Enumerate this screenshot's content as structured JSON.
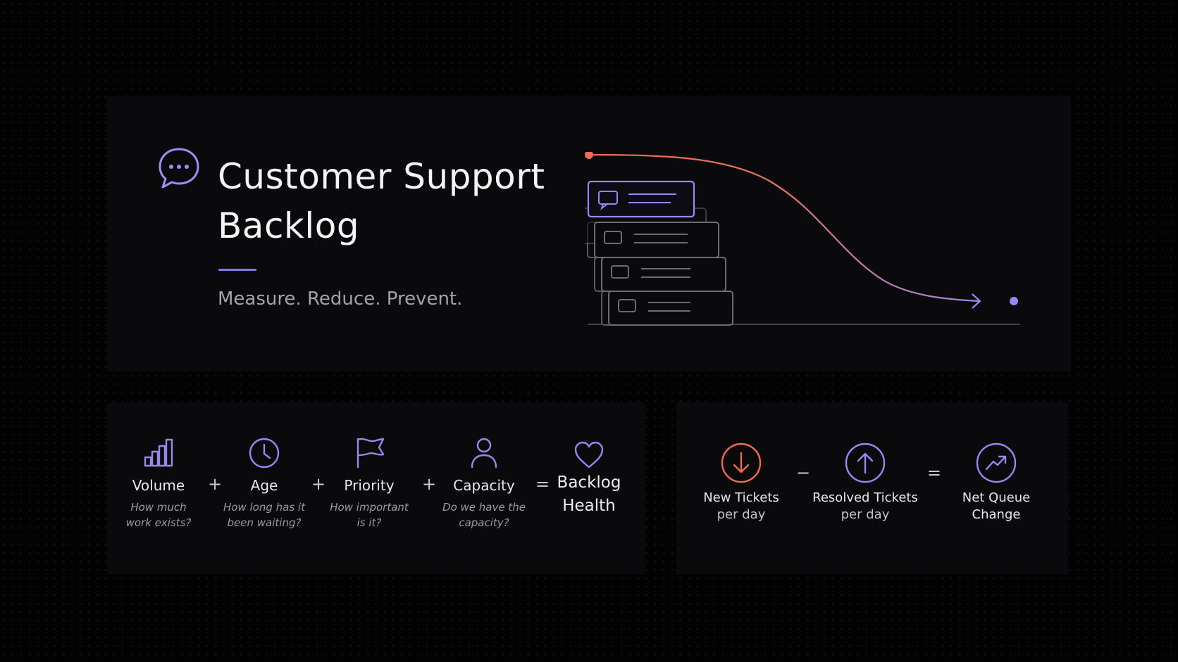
{
  "hero": {
    "title_line1": "Customer Support",
    "title_line2": "Backlog",
    "subtitle": "Measure. Reduce. Prevent.",
    "icon": "chat-bubble-dots-icon"
  },
  "formula": {
    "terms": [
      {
        "label": "Volume",
        "question_line1": "How much",
        "question_line2": "work exists?",
        "icon": "bar-chart-icon"
      },
      {
        "label": "Age",
        "question_line1": "How long has it",
        "question_line2": "been waiting?",
        "icon": "clock-icon"
      },
      {
        "label": "Priority",
        "question_line1": "How important",
        "question_line2": "is it?",
        "icon": "flag-icon"
      },
      {
        "label": "Capacity",
        "question_line1": "Do we have the",
        "question_line2": "capacity?",
        "icon": "person-icon"
      }
    ],
    "operators": [
      "+",
      "+",
      "+",
      "="
    ],
    "result": {
      "label_line1": "Backlog",
      "label_line2": "Health",
      "icon": "heart-icon"
    }
  },
  "queue": {
    "terms": [
      {
        "label": "New Tickets",
        "sub": "per day",
        "icon": "arrow-down-circle-icon",
        "color": "#ee6a55"
      },
      {
        "label": "Resolved Tickets",
        "sub": "per day",
        "icon": "arrow-up-circle-icon",
        "color": "#9b86f0"
      },
      {
        "label": "Net Queue",
        "sub": "Change",
        "icon": "trend-up-circle-icon",
        "color": "#9b86f0"
      }
    ],
    "operators": [
      "−",
      "="
    ]
  },
  "colors": {
    "accent_purple": "#9b86f0",
    "accent_coral": "#ee6a55",
    "background": "#020203",
    "panel": "#0a0a0c"
  }
}
